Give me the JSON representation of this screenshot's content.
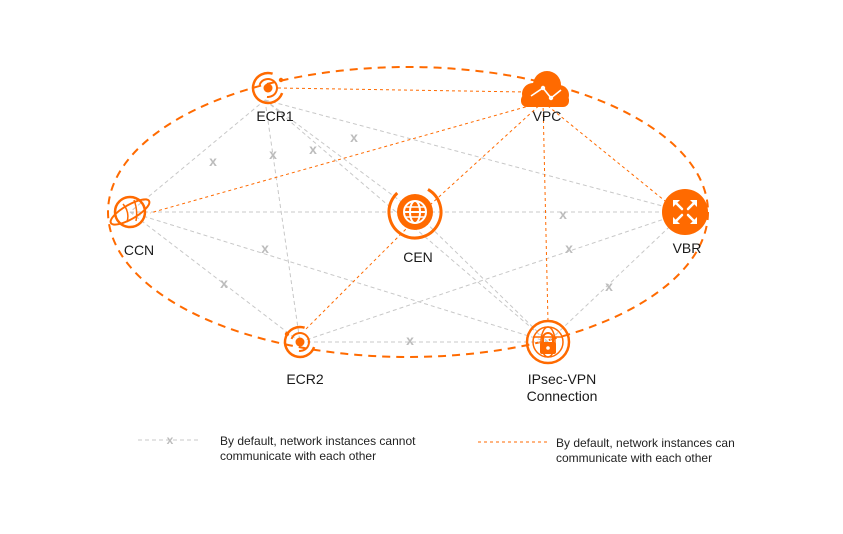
{
  "nodes": {
    "ecr1": "ECR1",
    "vpc": "VPC",
    "ccn": "CCN",
    "cen": "CEN",
    "vbr": "VBR",
    "ecr2": "ECR2",
    "ipsec_line1": "IPsec-VPN",
    "ipsec_line2": "Connection"
  },
  "cross_mark": "x",
  "legend": {
    "cannot_line1": "By default, network instances cannot",
    "cannot_line2": "communicate with each other",
    "can_line1": "By default, network instances can",
    "can_line2": "communicate with each other"
  },
  "colors": {
    "orange": "#ff6a00",
    "gray": "#c8c8c8",
    "text": "#1a1a1a"
  },
  "icons": {
    "ecr1": "ecr-icon",
    "vpc": "cloud-icon",
    "ccn": "globe-orbit-icon",
    "cen": "globe-icon",
    "vbr": "router-arrows-icon",
    "ecr2": "ecr-icon",
    "ipsec": "globe-lock-icon"
  }
}
